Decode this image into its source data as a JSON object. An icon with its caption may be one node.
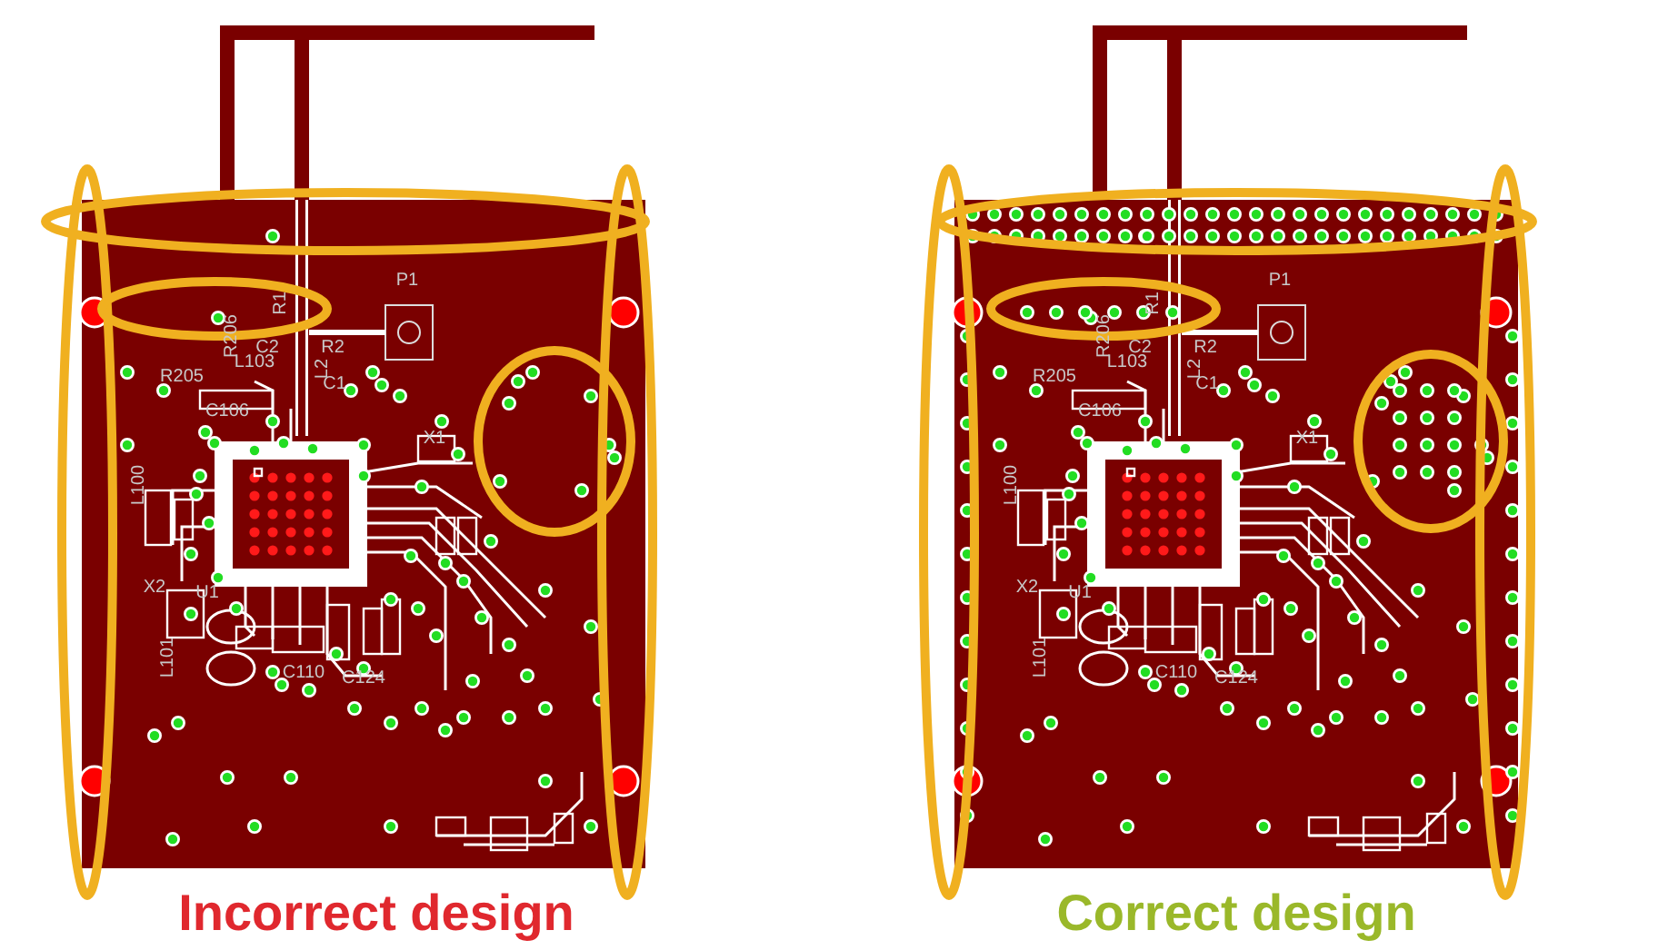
{
  "diagram": {
    "labels": [
      "P1",
      "R1",
      "R2",
      "C2",
      "L2",
      "C1",
      "R205",
      "R206",
      "L103",
      "C106",
      "X1",
      "L100",
      "X2",
      "U1",
      "L101",
      "C110",
      "C124",
      "Incorrect design",
      "P1",
      "R1",
      "R2",
      "C2",
      "L2",
      "C1",
      "R205",
      "R206",
      "L103",
      "C106",
      "X1",
      "L100",
      "X2",
      "U1",
      "L101",
      "C110",
      "C124",
      "Correct design"
    ]
  }
}
